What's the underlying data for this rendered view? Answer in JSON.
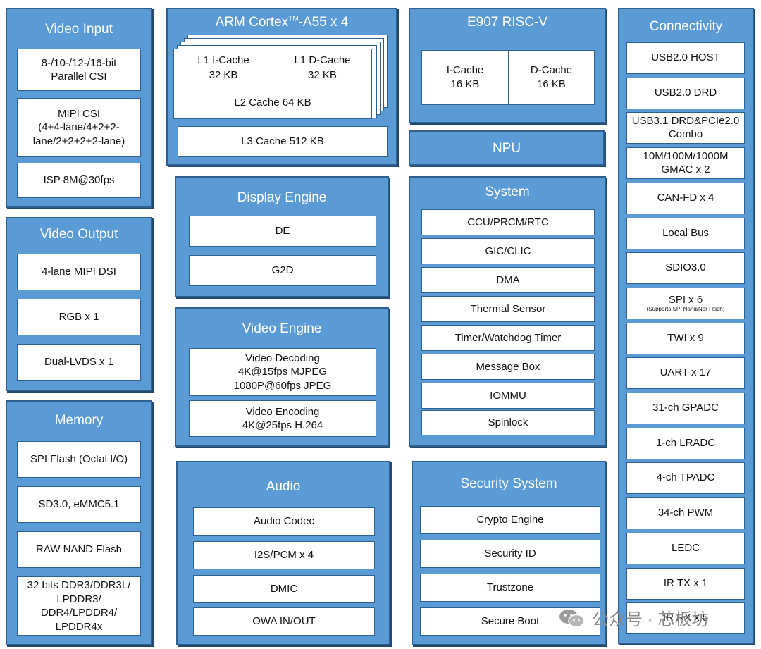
{
  "video_input": {
    "title": "Video Input",
    "items": [
      "8-/10-/12-/16-bit\nParallel CSI",
      "MIPI CSI\n(4+4-lane/4+2+2-\nlane/2+2+2+2-lane)",
      "ISP 8M@30fps"
    ]
  },
  "video_output": {
    "title": "Video Output",
    "items": [
      "4-lane MIPI DSI",
      "RGB x 1",
      "Dual-LVDS x 1"
    ]
  },
  "memory": {
    "title": "Memory",
    "items": [
      "SPI Flash (Octal I/O)",
      "SD3.0, eMMC5.1",
      "RAW NAND Flash",
      "32 bits DDR3/DDR3L/\nLPDDR3/\nDDR4/LPDDR4/\nLPDDR4x"
    ]
  },
  "arm": {
    "title_main": "ARM Cortex",
    "title_tm": "TM",
    "title_rest": "-A55 x 4",
    "l1i": "L1 I-Cache\n32 KB",
    "l1d": "L1 D-Cache\n32 KB",
    "l2": "L2 Cache 64 KB",
    "l3": "L3 Cache 512 KB"
  },
  "riscv": {
    "title": "E907 RISC-V",
    "icache": "I-Cache\n16 KB",
    "dcache": "D-Cache\n16 KB"
  },
  "npu": {
    "title": "NPU"
  },
  "display_engine": {
    "title": "Display  Engine",
    "items": [
      "DE",
      "G2D"
    ]
  },
  "video_engine": {
    "title": "Video Engine",
    "items": [
      "Video Decoding\n4K@15fps MJPEG\n1080P@60fps JPEG",
      "Video Encoding\n4K@25fps  H.264"
    ]
  },
  "system": {
    "title": "System",
    "items": [
      "CCU/PRCM/RTC",
      "GIC/CLIC",
      "DMA",
      "Thermal Sensor",
      "Timer/Watchdog Timer",
      "Message Box",
      "IOMMU",
      "Spinlock"
    ]
  },
  "audio": {
    "title": "Audio",
    "items": [
      "Audio Codec",
      "I2S/PCM x 4",
      "DMIC",
      "OWA IN/OUT"
    ]
  },
  "security": {
    "title": "Security  System",
    "items": [
      "Crypto Engine",
      "Security ID",
      "Trustzone",
      "Secure Boot"
    ]
  },
  "connectivity": {
    "title": "Connectivity",
    "items": [
      {
        "label": "USB2.0 HOST"
      },
      {
        "label": "USB2.0 DRD"
      },
      {
        "label": "USB3.1 DRD&PCIe2.0\nCombo"
      },
      {
        "label": "10M/100M/1000M\nGMAC x 2"
      },
      {
        "label": "CAN-FD x 4"
      },
      {
        "label": "Local Bus"
      },
      {
        "label": "SDIO3.0"
      },
      {
        "label": "SPI x 6",
        "note": "(Supports SPI Nand/Nor Flash)"
      },
      {
        "label": "TWI x 9"
      },
      {
        "label": "UART x 17"
      },
      {
        "label": "31-ch GPADC"
      },
      {
        "label": "1-ch LRADC"
      },
      {
        "label": "4-ch TPADC"
      },
      {
        "label": "34-ch PWM"
      },
      {
        "label": "LEDC"
      },
      {
        "label": "IR TX x 1"
      },
      {
        "label": "IR RX x 5"
      }
    ]
  },
  "watermark": {
    "text": "公众号 · 芯板坊",
    "icon": "wechat-icon"
  }
}
